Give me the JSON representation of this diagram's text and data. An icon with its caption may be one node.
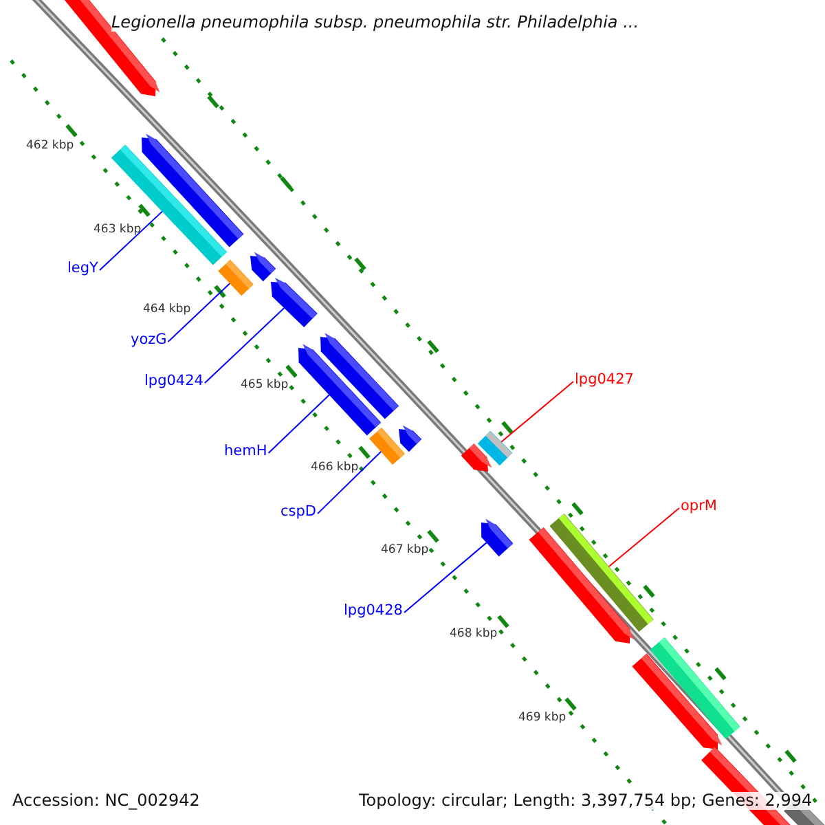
{
  "diagram": {
    "title": "Legionella pneumophila subsp. pneumophila str. Philadelphia ...",
    "nodes": [
      {
        "text": [
          "legY"
        ]
      },
      {
        "text": [
          "yozG"
        ]
      },
      {
        "text": [
          "lpg0424"
        ]
      },
      {
        "text": [
          "hemH"
        ]
      },
      {
        "text": [
          "cspD"
        ]
      },
      {
        "text": [
          "lpg0428"
        ]
      },
      {
        "text": [
          "lpg0427"
        ]
      },
      {
        "text": [
          "oprM"
        ]
      },
      {
        "text": [],
        "shape": "box"
      },
      {
        "text": [],
        "shape": "box"
      },
      {
        "text": [],
        "shape": "bar"
      },
      {
        "text": [],
        "shape": "bar"
      },
      {
        "text": [],
        "shape": "box"
      },
      {
        "text": [],
        "shape": "box"
      },
      {
        "text": [],
        "shape": "bar"
      },
      {
        "text": [],
        "shape": "box"
      }
    ],
    "edges": [
      {
        "from": 0,
        "to": 8,
        "arrow": "none"
      },
      {
        "from": 1,
        "to": 9,
        "arrow": "none"
      },
      {
        "from": 2,
        "to": 10,
        "arrow": "none"
      },
      {
        "from": 3,
        "to": 11,
        "arrow": "none"
      },
      {
        "from": 4,
        "to": 12,
        "arrow": "none"
      },
      {
        "from": 5,
        "to": 14,
        "arrow": "none"
      },
      {
        "from": 6,
        "to": 13,
        "arrow": "none",
        "color": "#ff0000"
      },
      {
        "from": 7,
        "to": 15,
        "arrow": "none",
        "color": "#ff0000"
      }
    ],
    "labels": [
      "462 kbp",
      "463 kbp",
      "464 kbp",
      "465 kbp",
      "466 kbp",
      "467 kbp",
      "468 kbp",
      "469 kbp",
      "Accession: NC_002942",
      "Topology: circular; Length: 3,397,754 bp; Genes: 2,994"
    ]
  }
}
